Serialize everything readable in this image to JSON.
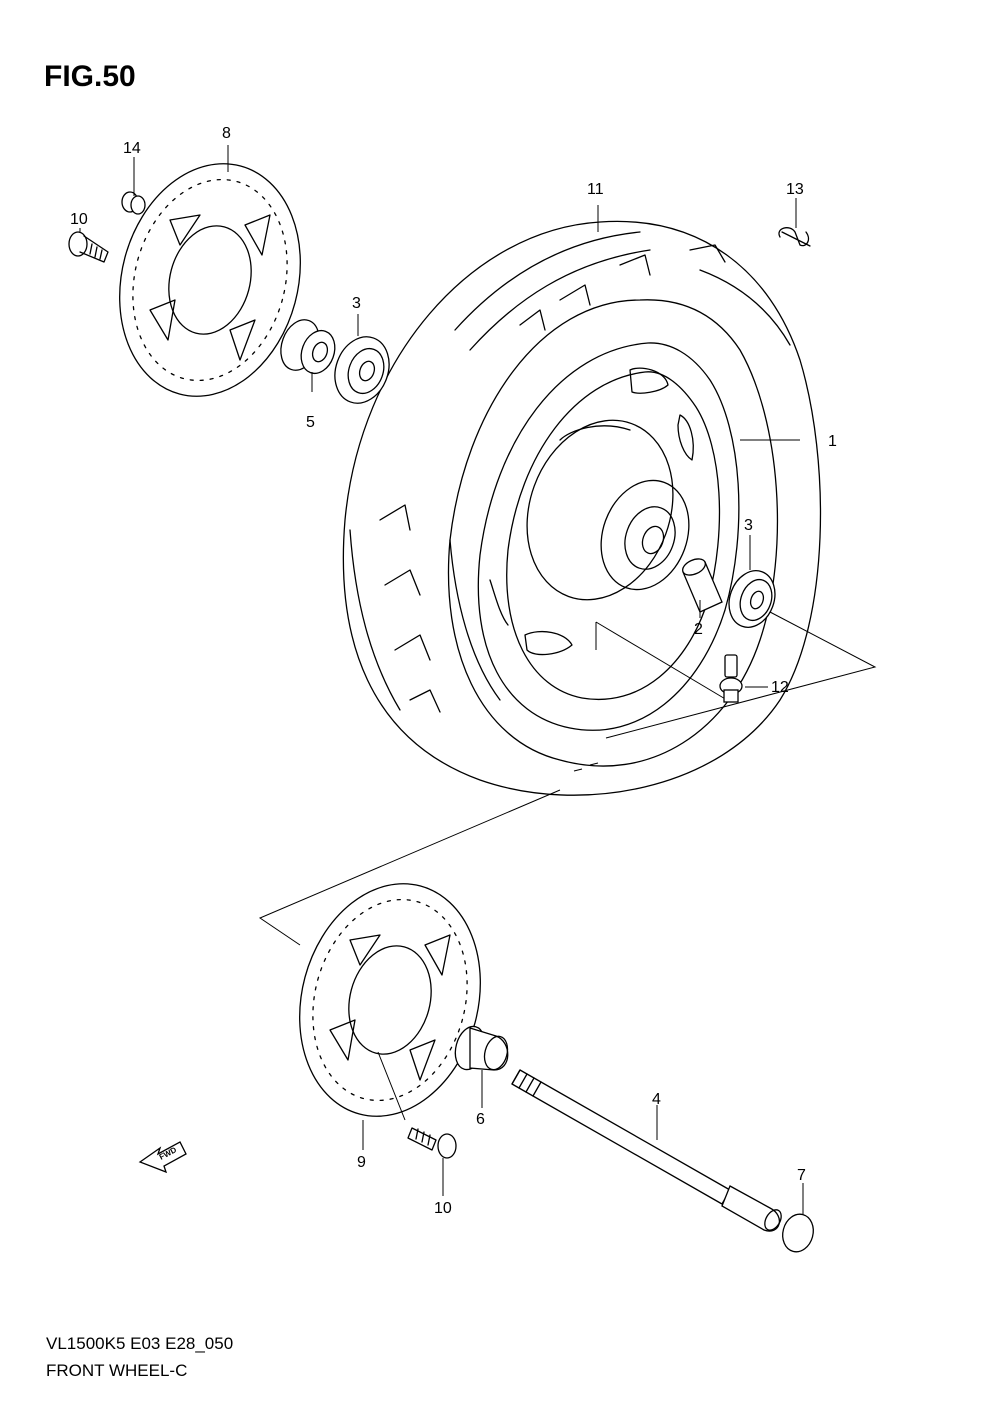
{
  "figure": {
    "title": "FIG.50",
    "code": "VL1500K5 E03 E28_050",
    "name": "FRONT WHEEL-C",
    "fwd_label": "FWD"
  },
  "callouts": {
    "c1": "1",
    "c2": "2",
    "c3a": "3",
    "c3b": "3",
    "c4": "4",
    "c5": "5",
    "c6": "6",
    "c7": "7",
    "c8": "8",
    "c9": "9",
    "c10a": "10",
    "c10b": "10",
    "c11": "11",
    "c12": "12",
    "c13": "13",
    "c14": "14"
  },
  "colors": {
    "line": "#000000",
    "background": "#ffffff"
  }
}
